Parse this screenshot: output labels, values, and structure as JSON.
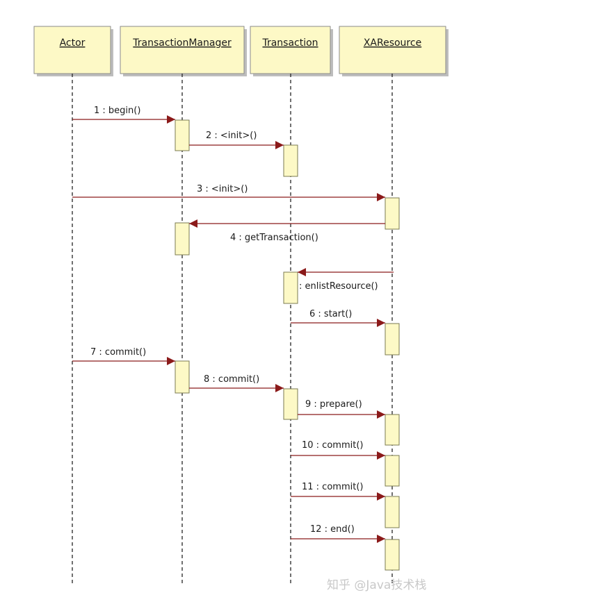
{
  "lifelines": [
    {
      "id": "actor",
      "label": "Actor"
    },
    {
      "id": "tm",
      "label": "TransactionManager"
    },
    {
      "id": "tx",
      "label": "Transaction"
    },
    {
      "id": "xa",
      "label": "XAResource"
    }
  ],
  "messages": [
    {
      "label": "1 : begin()",
      "from": "actor",
      "to": "tm"
    },
    {
      "label": "2 : <init>()",
      "from": "tm",
      "to": "tx"
    },
    {
      "label": "3 : <init>()",
      "from": "actor",
      "to": "xa"
    },
    {
      "label": "4 : getTransaction()",
      "from": "xa",
      "to": "tm"
    },
    {
      "label": ": enlistResource()",
      "from": "xa",
      "to": "tx"
    },
    {
      "label": "6 : start()",
      "from": "tx",
      "to": "xa"
    },
    {
      "label": "7 : commit()",
      "from": "actor",
      "to": "tm"
    },
    {
      "label": "8 : commit()",
      "from": "tm",
      "to": "tx"
    },
    {
      "label": "9 : prepare()",
      "from": "tx",
      "to": "xa"
    },
    {
      "label": "10 : commit()",
      "from": "tx",
      "to": "xa"
    },
    {
      "label": "11 : commit()",
      "from": "tx",
      "to": "xa"
    },
    {
      "label": "12 : end()",
      "from": "tx",
      "to": "xa"
    }
  ],
  "watermark": "知乎 @Java技术栈",
  "colors": {
    "box_fill": "#fdf9c6",
    "message": "#8b1a1a",
    "lifeline": "#333333"
  }
}
